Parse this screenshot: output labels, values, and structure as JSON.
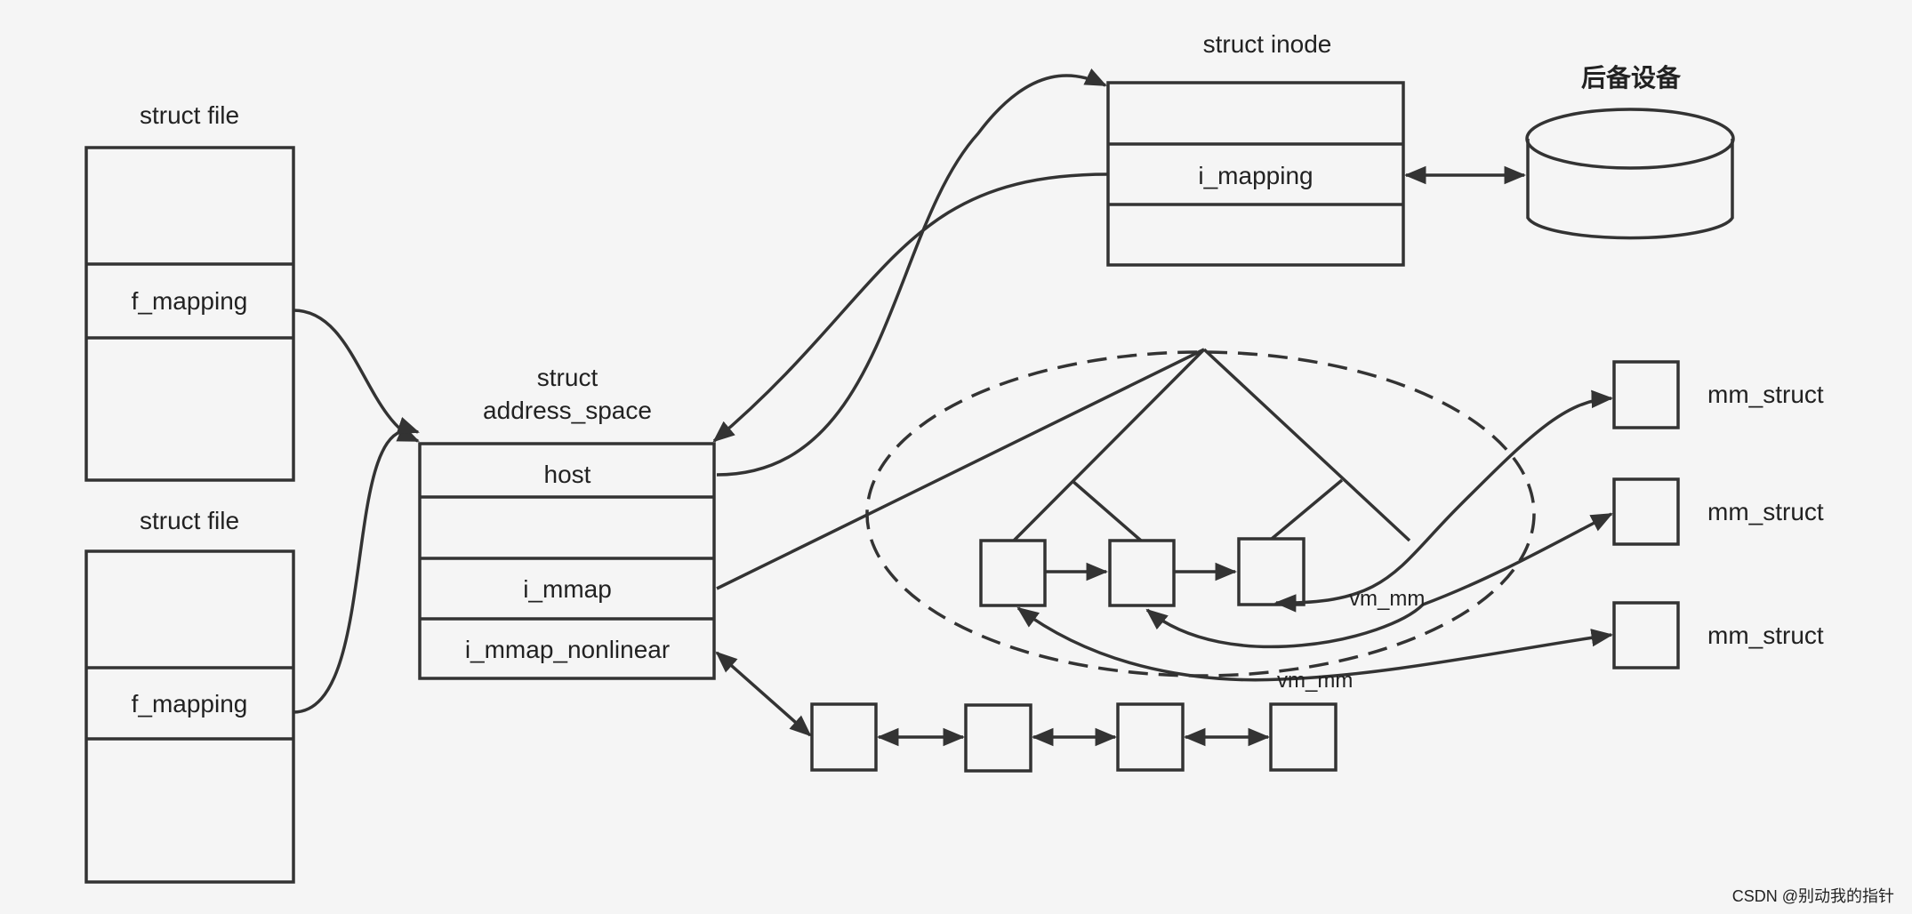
{
  "labels": {
    "struct_file_1": "struct file",
    "struct_file_2": "struct file",
    "f_mapping_1": "f_mapping",
    "f_mapping_2": "f_mapping",
    "address_space_title_1": "struct",
    "address_space_title_2": "address_space",
    "host": "host",
    "i_mmap": "i_mmap",
    "i_mmap_nonlinear": "i_mmap_nonlinear",
    "struct_inode": "struct inode",
    "i_mapping": "i_mapping",
    "backing_device": "后备设备",
    "mm_struct_1": "mm_struct",
    "mm_struct_2": "mm_struct",
    "mm_struct_3": "mm_struct",
    "vm_mm_1": "vm_mm",
    "vm_mm_2": "vm_mm",
    "watermark": "CSDN @别动我的指针"
  },
  "colors": {
    "background": "#f5f5f5",
    "stroke": "#333333",
    "text": "#222222",
    "watermark": "#9a9a9a"
  }
}
